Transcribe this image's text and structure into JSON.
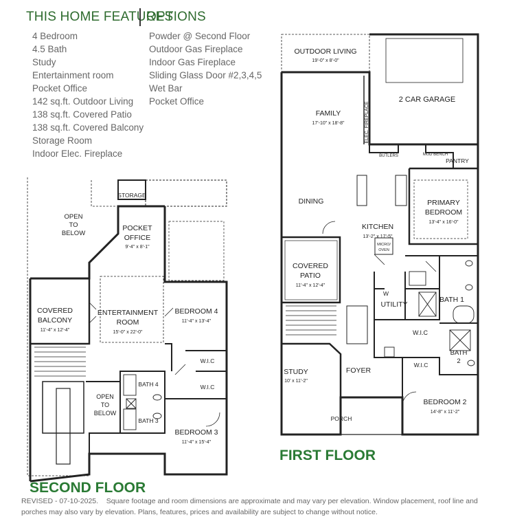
{
  "header": {
    "features_title": "THIS HOME FEATURES",
    "options_title": "OPTIONS"
  },
  "features": [
    "4 Bedroom",
    "4.5 Bath",
    "Study",
    "Entertainment room",
    "Pocket Office",
    "142 sq.ft. Outdoor Living",
    "138 sq.ft. Covered Patio",
    "138 sq.ft. Covered Balcony",
    "Storage Room",
    "Indoor Elec. Fireplace"
  ],
  "options": [
    "Powder @ Second Floor",
    "Outdoor Gas Fireplace",
    "Indoor Gas Fireplace",
    "Sliding Glass Door #2,3,4,5",
    "Wet Bar",
    "Pocket Office"
  ],
  "second_floor": {
    "title": "SECOND FLOOR",
    "open_to_below_1": [
      "OPEN",
      "TO",
      "BELOW"
    ],
    "storage": "STORAGE",
    "pocket_office": {
      "name": [
        "POCKET",
        "OFFICE"
      ],
      "dims": "9'-4\" x 8'-1\""
    },
    "covered_balcony": {
      "name": [
        "COVERED",
        "BALCONY"
      ],
      "dims": "11'-4\" x 12'-4\""
    },
    "entertainment_room": {
      "name": [
        "ENTERTAINMENT",
        "ROOM"
      ],
      "dims": "15'-0\" x 22'-0\""
    },
    "bedroom_4": {
      "name": "BEDROOM 4",
      "dims": "11'-4\" x 13'-4\""
    },
    "wic_1": "W.I.C",
    "wic_2": "W.I.C",
    "bath_4": "BATH 4",
    "bath_3": "BATH 3",
    "open_to_below_2": [
      "OPEN",
      "TO",
      "BELOW"
    ],
    "bedroom_3": {
      "name": "BEDROOM 3",
      "dims": "11'-4\" x 15'-4\""
    }
  },
  "first_floor": {
    "title": "FIRST FLOOR",
    "outdoor_living": {
      "name": "OUTDOOR LIVING",
      "dims": "19'-0\" x 8'-0\""
    },
    "garage": "2 CAR GARAGE",
    "family": {
      "name": "FAMILY",
      "dims": "17'-10\" x 18'-8\""
    },
    "fireplace": "ELEC. FIREPLACE",
    "butlers": "BUTLERS",
    "mud_bench": "MUD BENCH",
    "pantry": "PANTRY",
    "dining": "DINING",
    "primary_bedroom": {
      "name": [
        "PRIMARY",
        "BEDROOM"
      ],
      "dims": "13'-4\" x 16'-0\""
    },
    "kitchen": {
      "name": "KITCHEN",
      "dims": "13'-2\" x 17'-5\""
    },
    "micro_oven": [
      "MICRO/",
      "OVEN"
    ],
    "covered_patio": {
      "name": [
        "COVERED",
        "PATIO"
      ],
      "dims": "11'-4\" x 12'-4\""
    },
    "w": "W",
    "utility": "UTILITY",
    "bath_1": "BATH 1",
    "wic_primary": "W.I.C",
    "study": {
      "name": "STUDY",
      "dims": "10' x 11'-2\""
    },
    "foyer": "FOYER",
    "bath_2": [
      "BATH",
      "2"
    ],
    "wic_bed2": "W.I.C",
    "bedroom_2": {
      "name": "BEDROOM 2",
      "dims": "14'-8\" x 11'-2\""
    },
    "porch": "PORCH"
  },
  "footer": {
    "revised": "REVISED - 07-10-2025.",
    "disclaimer": "Square footage and room dimensions are approximate and may vary per elevation. Window placement, roof line and porches may also vary by elevation. Plans, features, prices and availability are subject to change without notice."
  }
}
